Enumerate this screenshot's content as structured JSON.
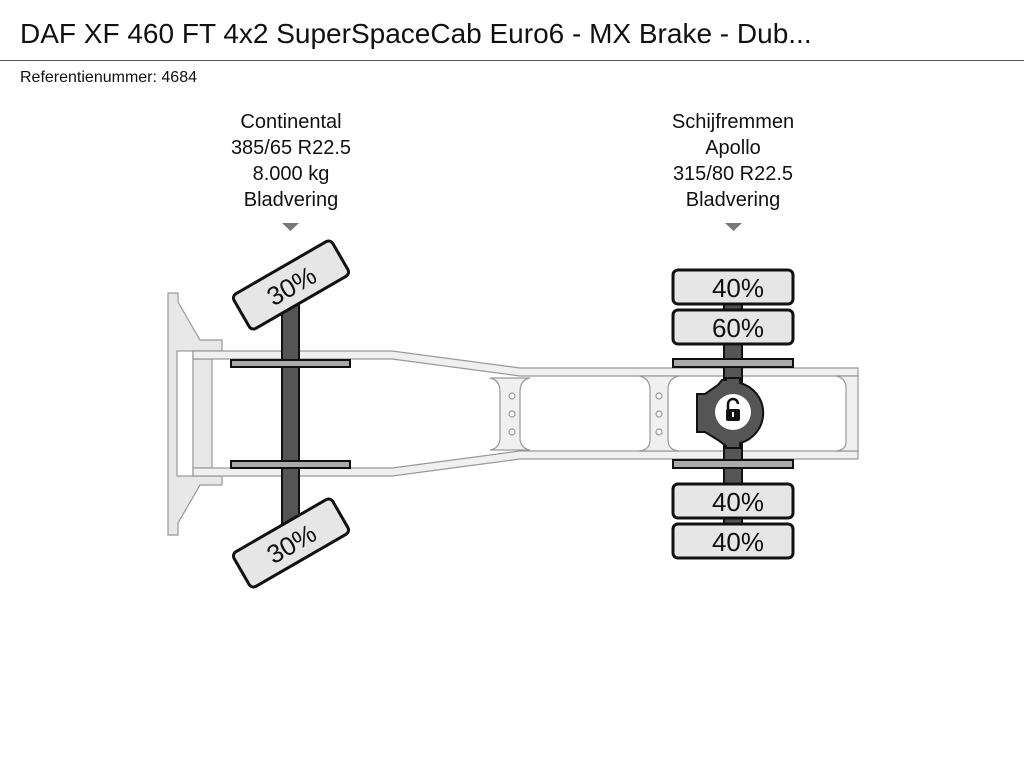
{
  "title": "DAF XF 460 FT 4x2 SuperSpaceCab Euro6 - MX Brake - Dub...",
  "reference": "Referentienummer: 4684",
  "front_axle": {
    "lines": [
      "Continental",
      "385/65 R22.5",
      "8.000 kg",
      "Bladvering"
    ],
    "tires": {
      "left": "30%",
      "right": "30%"
    }
  },
  "rear_axle": {
    "lines": [
      "Schijfremmen",
      "Apollo",
      "315/80 R22.5",
      "Bladvering"
    ],
    "tires": {
      "left_outer": "40%",
      "left_inner": "60%",
      "right_inner": "40%",
      "right_outer": "40%"
    },
    "differential_lock": "unlocked"
  }
}
